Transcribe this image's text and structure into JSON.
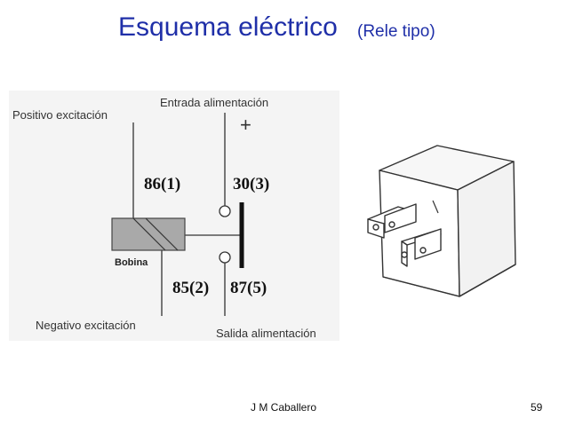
{
  "slide": {
    "title": "Esquema eléctrico",
    "subtitle": "(Rele tipo)"
  },
  "schematic": {
    "positivo_label": "Positivo excitación",
    "entrada_label": "Entrada alimentación",
    "plus_sign": "+",
    "pin_86": "86(1)",
    "pin_30": "30(3)",
    "pin_85": "85(2)",
    "pin_87": "87(5)",
    "bobina_label": "Bobina",
    "negativo_label": "Negativo excitación",
    "salida_label": "Salida alimentación"
  },
  "relay_image": {
    "icon": "relay-component-drawing"
  },
  "footer": {
    "author": "J M Caballero",
    "page_number": "59"
  }
}
